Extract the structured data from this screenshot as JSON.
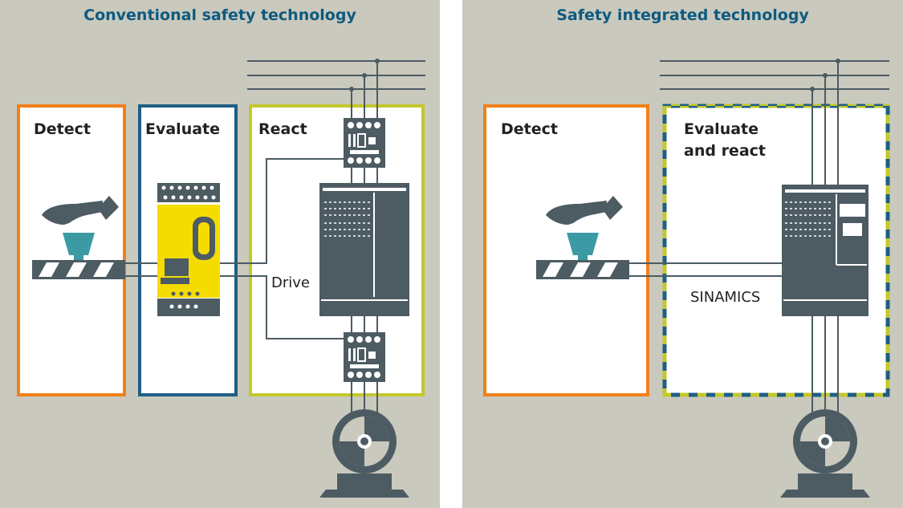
{
  "colors": {
    "panel_bg": "#c9c9bd",
    "divider": "#ffffff",
    "title": "#0e5a80",
    "detect_border": "#f0801a",
    "evaluate_border": "#1e5f84",
    "react_border": "#c3c82c",
    "device": "#4d5b63",
    "sensor_head": "#3b9aa3",
    "safety_relay": "#f5dc00",
    "wire": "#4d5b63"
  },
  "left_panel": {
    "title": "Conventional safety technology",
    "detect_label": "Detect",
    "evaluate_label": "Evaluate",
    "react_label": "React",
    "drive_label": "Drive"
  },
  "right_panel": {
    "title": "Safety integrated technology",
    "detect_label": "Detect",
    "evaluate_react_label_line1": "Evaluate",
    "evaluate_react_label_line2": "and react",
    "drive_label": "SINAMICS"
  },
  "icons": [
    "hand-icon",
    "emergency-stop-icon",
    "safety-relay-icon",
    "contactor-icon",
    "drive-unit-icon",
    "motor-icon"
  ]
}
